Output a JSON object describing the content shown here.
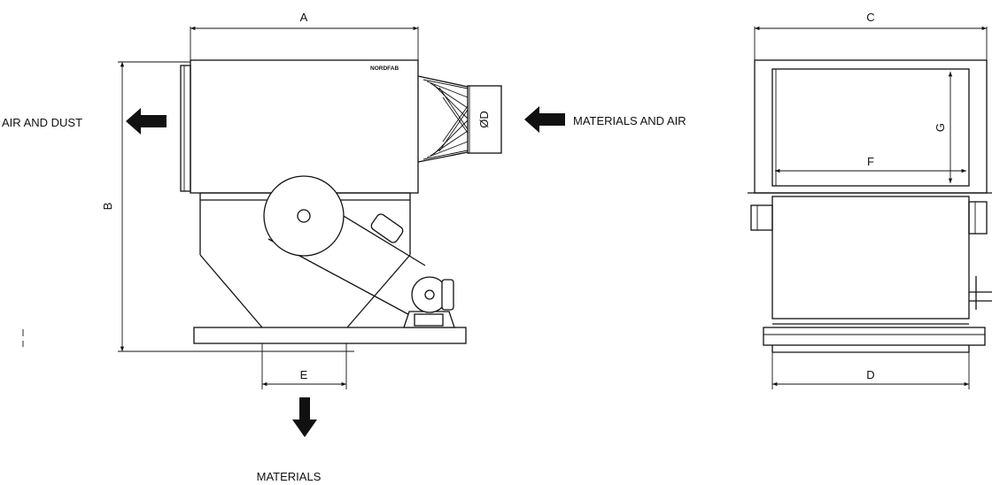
{
  "labels": {
    "air_and_dust": "AIR AND DUST",
    "materials_and_air": "MATERIALS AND AIR",
    "materials": "MATERIALS",
    "brand": "NORDFAB"
  },
  "dimensions": {
    "a": "A",
    "b": "B",
    "c": "C",
    "d_diameter": "ØD",
    "d": "D",
    "e": "E",
    "f": "F",
    "g": "G"
  }
}
